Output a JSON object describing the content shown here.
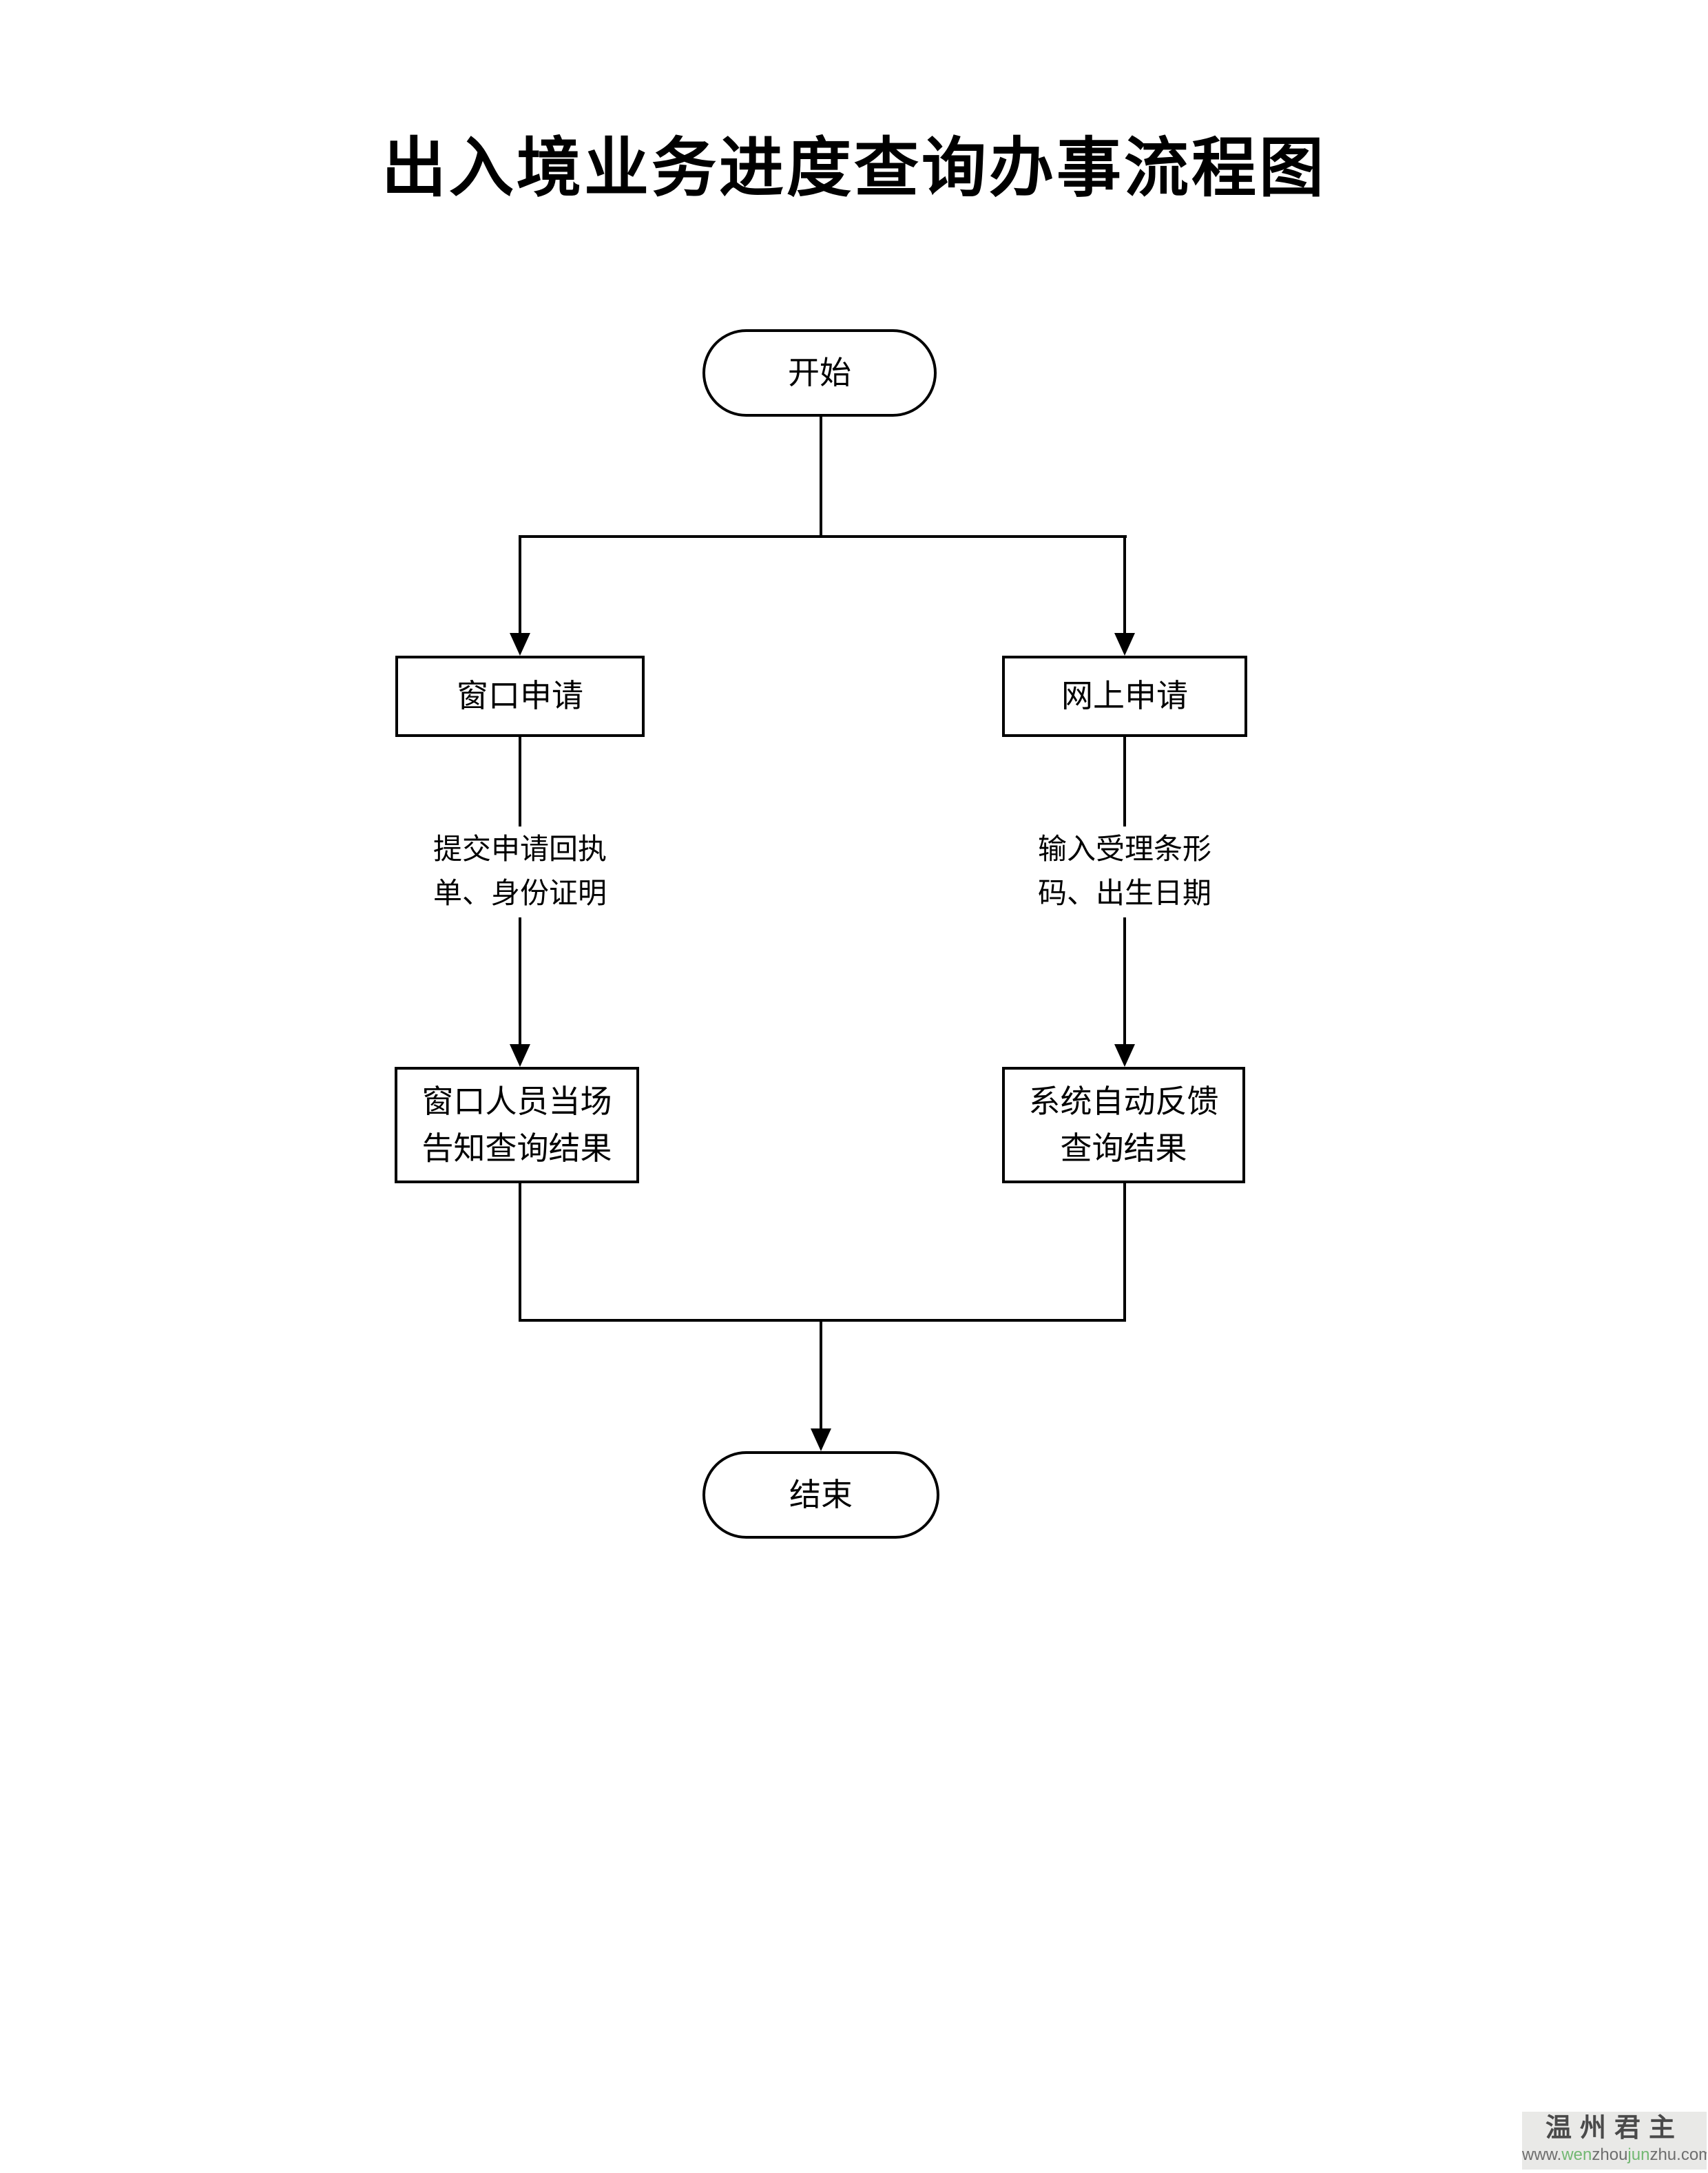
{
  "page": {
    "title": "出入境业务进度查询办事流程图"
  },
  "flowchart": {
    "start": {
      "label": "开始"
    },
    "window_branch": {
      "step1_label": "窗口申请",
      "edge_label_line1": "提交申请回执",
      "edge_label_line2": "单、身份证明",
      "step2_line1": "窗口人员当场",
      "step2_line2": "告知查询结果"
    },
    "online_branch": {
      "step1_label": "网上申请",
      "edge_label_line1": "输入受理条形",
      "edge_label_line2": "码、出生日期",
      "step2_line1": "系统自动反馈",
      "step2_line2": "查询结果"
    },
    "end": {
      "label": "结束"
    }
  },
  "watermark": {
    "brand": "温州君主",
    "url": {
      "seg1": "www.",
      "seg2": "wen",
      "seg3": "zhou",
      "seg4": "jun",
      "seg5": "zhu.com"
    }
  },
  "colors": {
    "line": "#000000",
    "background": "#ffffff",
    "watermark_background": "#e9e9e7",
    "watermark_brand_text": "#4a4a4a",
    "watermark_url_gray": "#6e6e6e",
    "watermark_url_green": "#72b872"
  }
}
